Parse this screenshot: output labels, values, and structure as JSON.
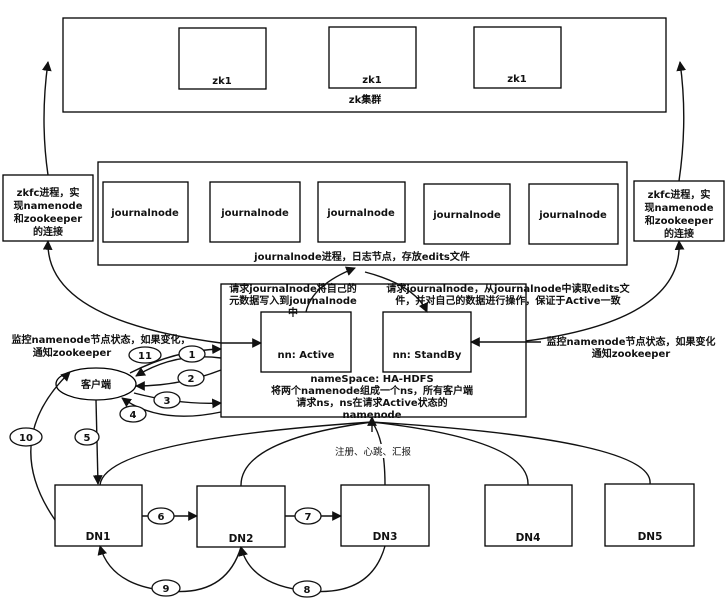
{
  "zk_cluster": {
    "label": "zk集群",
    "nodes": [
      "zk1",
      "zk1",
      "zk1"
    ]
  },
  "journal": {
    "nodes": [
      "journalnode",
      "journalnode",
      "journalnode",
      "journalnode",
      "journalnode"
    ],
    "label": "journalnode进程，日志节点，存放edits文件"
  },
  "zkfc_left": [
    "zkfc进程，实",
    "现namenode",
    "和zookeeper",
    "的连接"
  ],
  "zkfc_right": [
    "zkfc进程，实",
    "现namenode",
    "和zookeeper",
    "的连接"
  ],
  "ns": {
    "write_note": [
      "请求journalnode将自己的",
      "元数据写入到journalnode",
      "中"
    ],
    "read_note": [
      "请求journalnode，从journalnode中读取edits文",
      "件，并对自己的数据进行操作，保证于Active一致"
    ],
    "active": "nn:  Active",
    "standby": "nn:  StandBy",
    "desc": [
      "nameSpace:  HA-HDFS",
      "将两个namenode组成一个ns，所有客户端",
      "请求ns，ns在请求Active状态的",
      "namenode"
    ]
  },
  "monitor_left": [
    "监控namenode节点状态，如果变化，",
    "通知zookeeper"
  ],
  "monitor_right": [
    "监控namenode节点状态，如果变化",
    "通知zookeeper"
  ],
  "client": "客户端",
  "register_label": "注册、心跳、汇报",
  "datanodes": [
    "DN1",
    "DN2",
    "DN3",
    "DN4",
    "DN5"
  ],
  "steps": [
    "1",
    "2",
    "3",
    "4",
    "5",
    "6",
    "7",
    "8",
    "9",
    "10",
    "11"
  ]
}
